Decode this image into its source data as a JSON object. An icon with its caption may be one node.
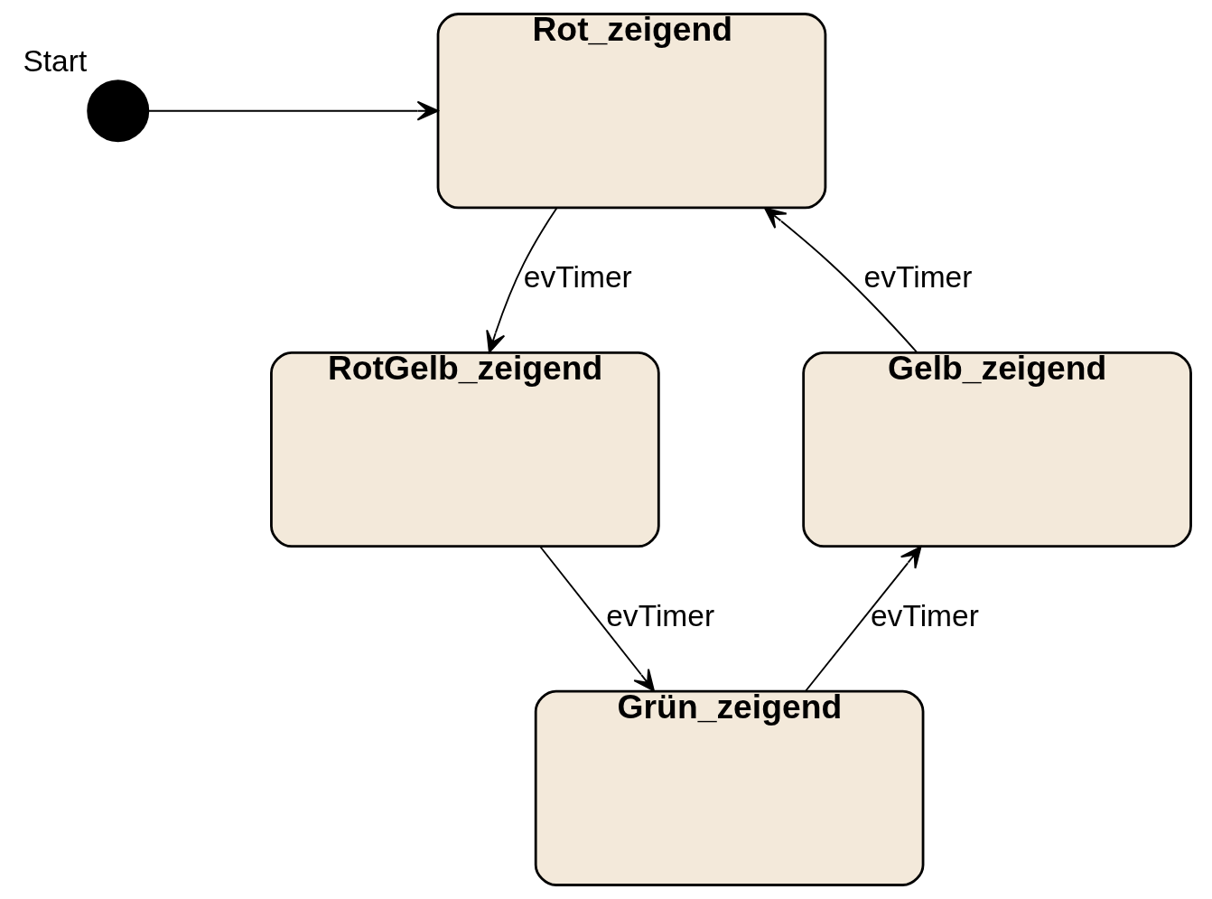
{
  "diagram": {
    "nodes": [
      {
        "text": [],
        "shape": "circle",
        "beside": [
          "Start"
        ]
      },
      {
        "text": [
          "Rot_zeigend"
        ]
      },
      {
        "text": [
          "RotGelb_zeigend"
        ]
      },
      {
        "text": [
          "Grün_zeigend"
        ]
      },
      {
        "text": [
          "Gelb_zeigend"
        ]
      }
    ],
    "edges": [
      {
        "from": 0,
        "to": 1,
        "arrow": "to"
      },
      {
        "from": 1,
        "to": 2,
        "arrow": "to",
        "label": "evTimer"
      },
      {
        "from": 2,
        "to": 3,
        "arrow": "to",
        "label": "evTimer"
      },
      {
        "from": 3,
        "to": 4,
        "arrow": "to",
        "label": "evTimer"
      },
      {
        "from": 4,
        "to": 1,
        "arrow": "to",
        "label": "evTimer"
      }
    ]
  }
}
